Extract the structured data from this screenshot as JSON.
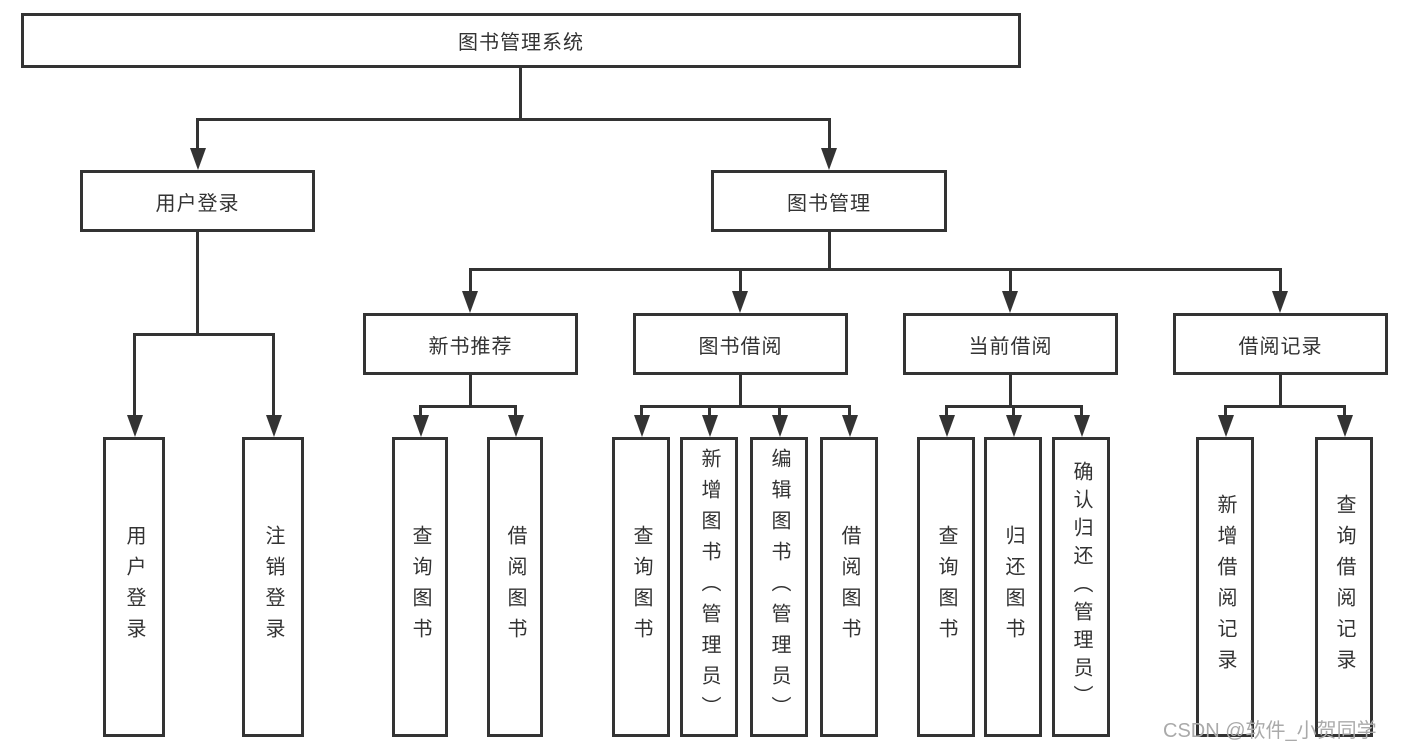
{
  "tree": {
    "root": "图书管理系统",
    "children": [
      {
        "label": "用户登录",
        "children": [
          "用户登录",
          "注销登录"
        ]
      },
      {
        "label": "图书管理",
        "children": [
          {
            "label": "新书推荐",
            "children": [
              "查询图书",
              "借阅图书"
            ]
          },
          {
            "label": "图书借阅",
            "children": [
              "查询图书",
              "新增图书（管理员）",
              "编辑图书（管理员）",
              "借阅图书"
            ]
          },
          {
            "label": "当前借阅",
            "children": [
              "查询图书",
              "归还图书",
              "确认归还（管理员）"
            ]
          },
          {
            "label": "借阅记录",
            "children": [
              "新增借阅记录",
              "查询借阅记录"
            ]
          }
        ]
      }
    ]
  },
  "watermark": {
    "text": "CSDN @软件_小贺同学"
  },
  "colors": {
    "line": "#333333",
    "text": "#333333",
    "background": "#ffffff",
    "watermark": "#aaaaaa"
  }
}
